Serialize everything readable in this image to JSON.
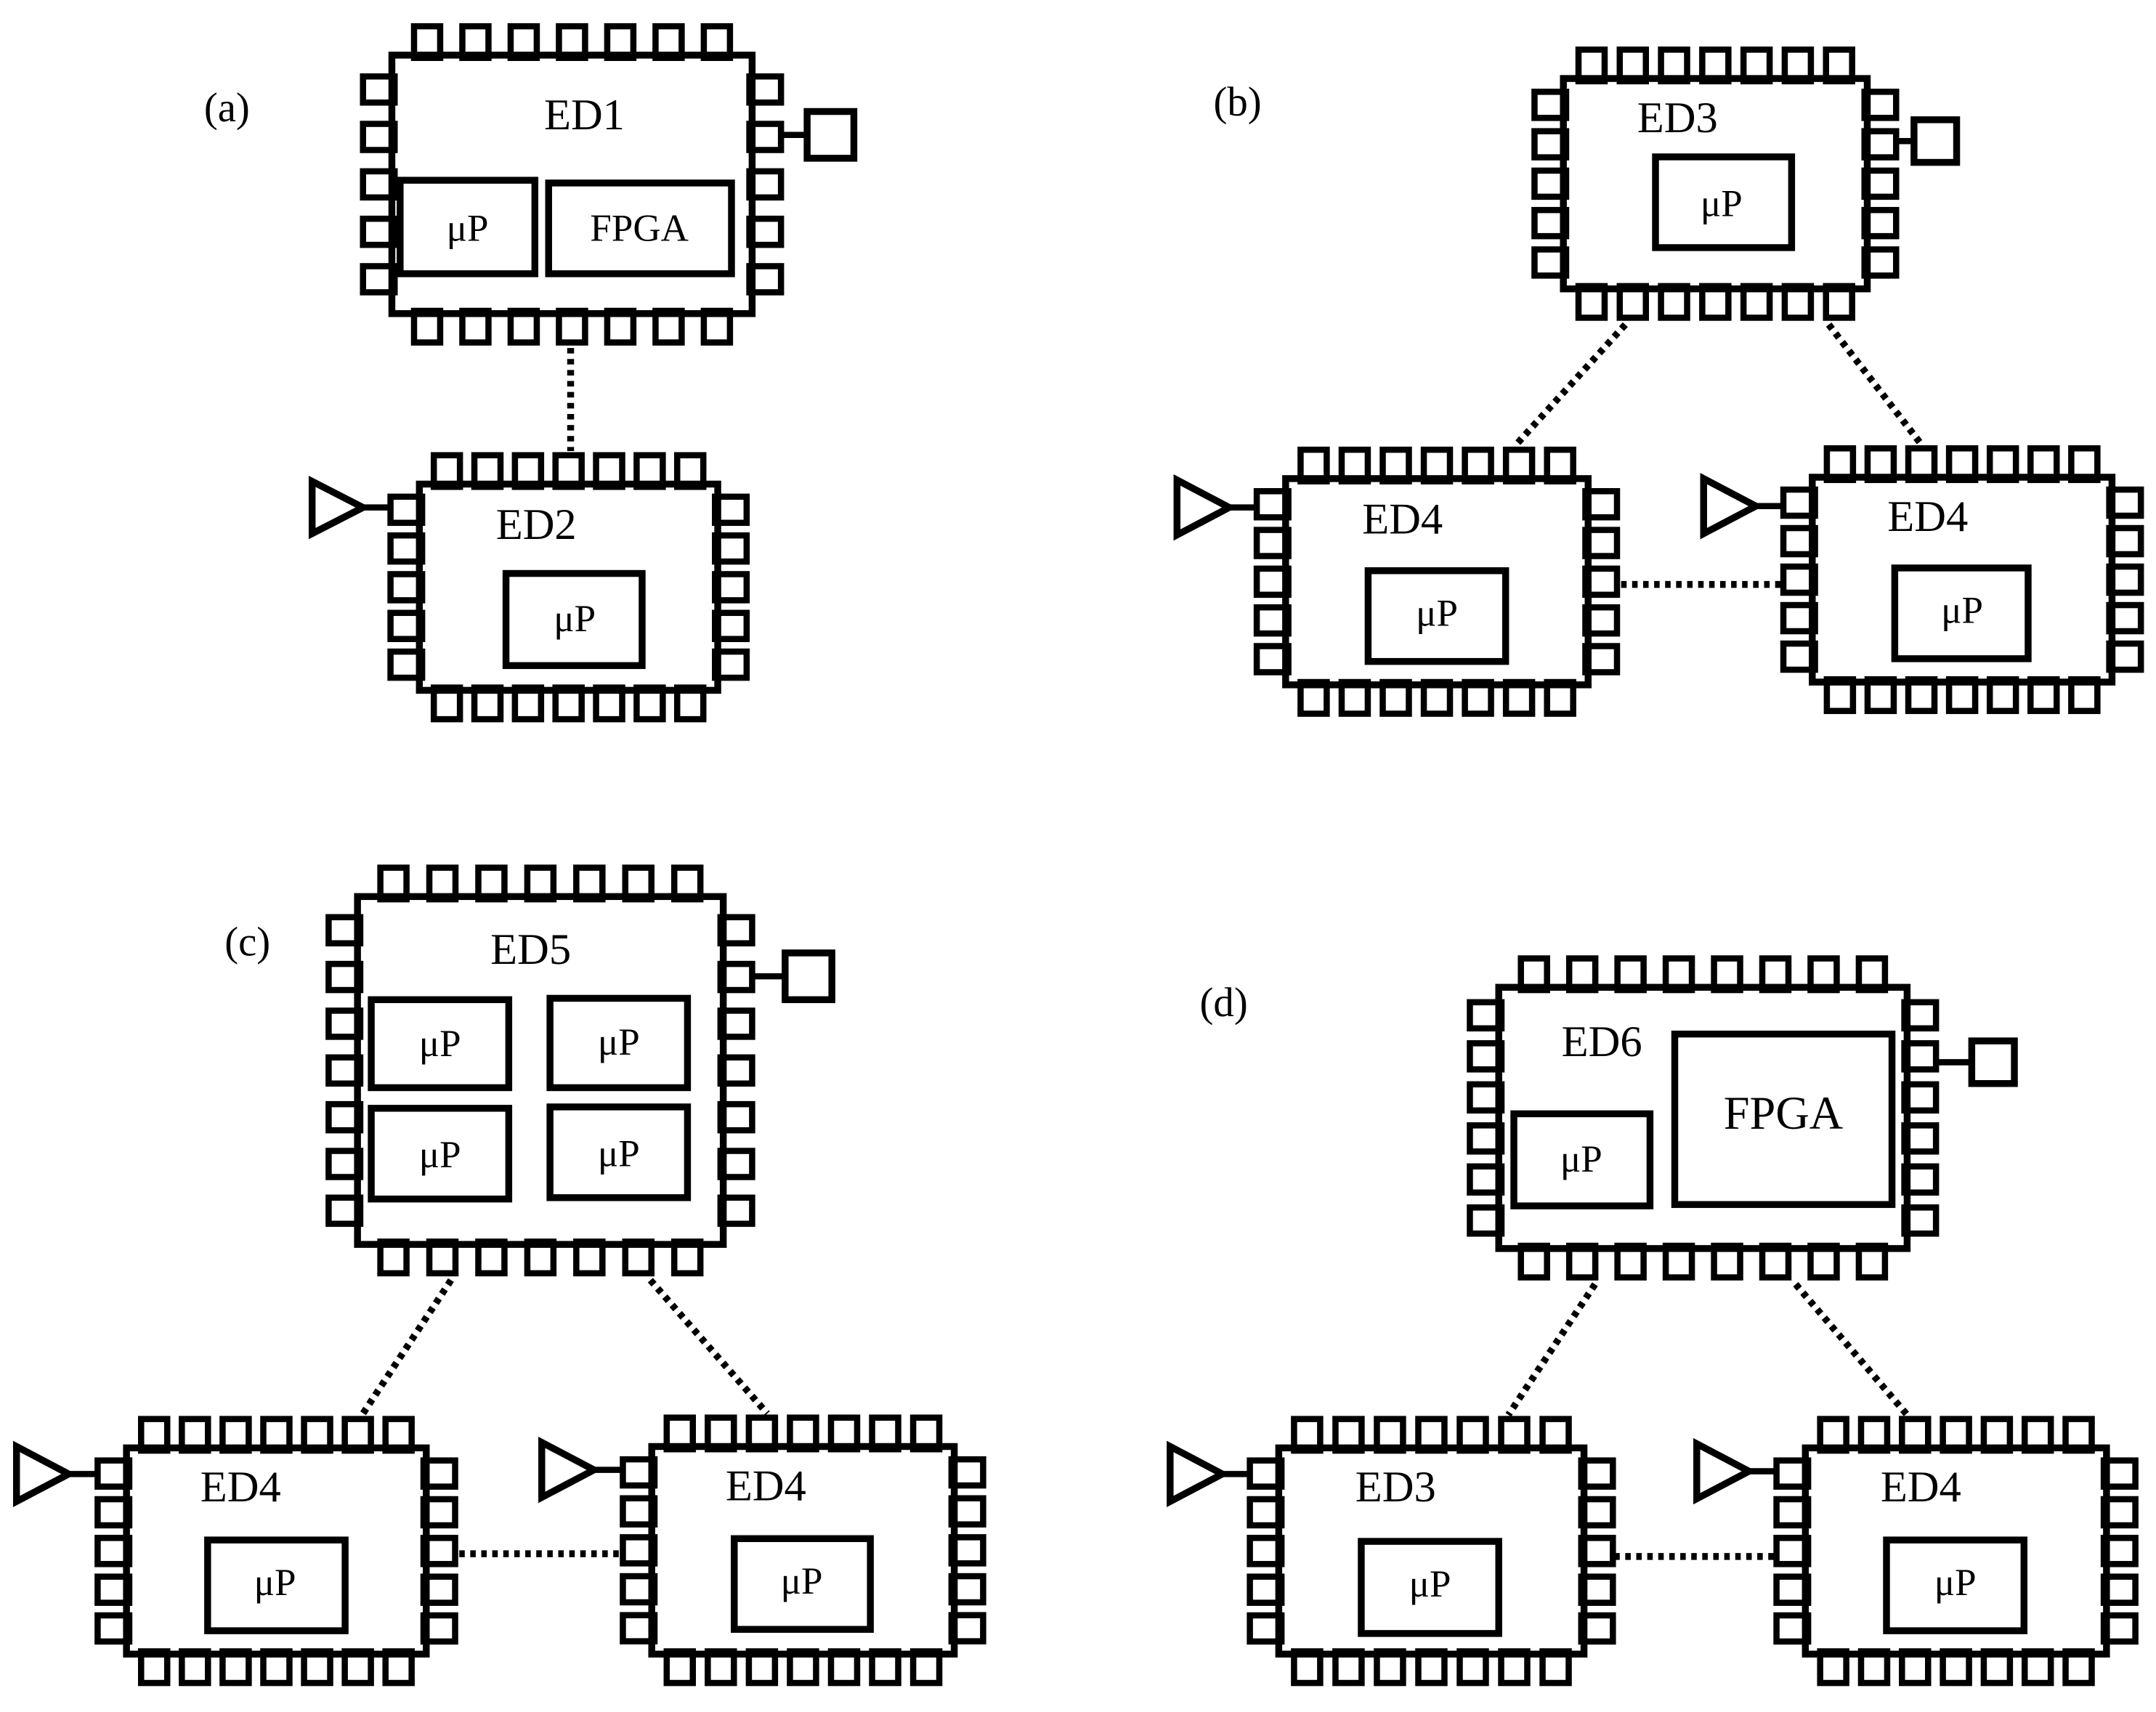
{
  "panels": {
    "a": {
      "label": "(a)",
      "ed1": {
        "title": "ED1",
        "mp": "μP",
        "fpga": "FPGA"
      },
      "ed2": {
        "title": "ED2",
        "mp": "μP"
      }
    },
    "b": {
      "label": "(b)",
      "ed3": {
        "title": "ED3",
        "mp": "μP"
      },
      "ed4_left": {
        "title": "ED4",
        "mp": "μP"
      },
      "ed4_right": {
        "title": "ED4",
        "mp": "μP"
      }
    },
    "c": {
      "label": "(c)",
      "ed5": {
        "title": "ED5",
        "mp": [
          "μP",
          "μP",
          "μP",
          "μP"
        ]
      },
      "ed4_left": {
        "title": "ED4",
        "mp": "μP"
      },
      "ed4_right": {
        "title": "ED4",
        "mp": "μP"
      }
    },
    "d": {
      "label": "(d)",
      "ed6": {
        "title": "ED6",
        "mp": "μP",
        "fpga": "FPGA"
      },
      "ed3": {
        "title": "ED3",
        "mp": "μP"
      },
      "ed4": {
        "title": "ED4",
        "mp": "μP"
      }
    }
  },
  "colors": {
    "stroke": "#000000",
    "background": "#ffffff"
  },
  "icons": {
    "square_port": "square-port-icon",
    "triangle_port": "triangle-port-icon"
  }
}
